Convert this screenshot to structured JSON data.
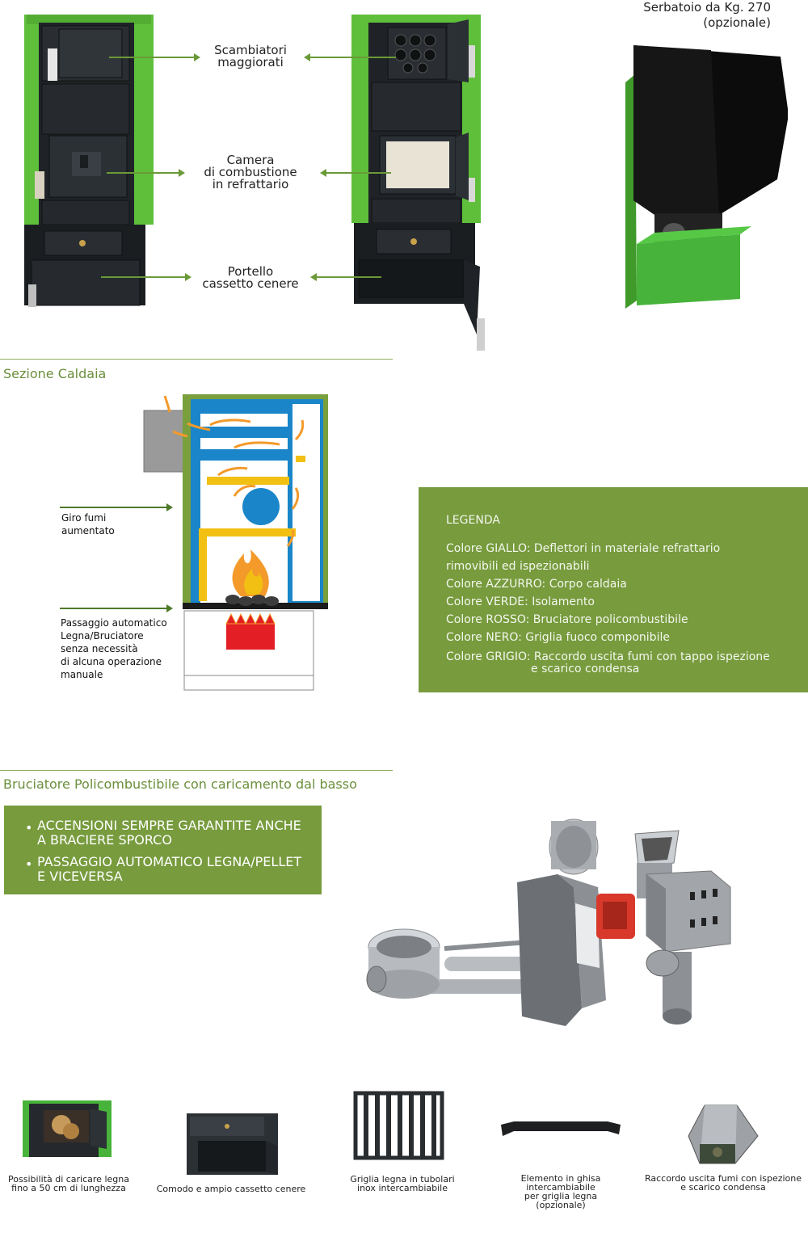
{
  "callouts": {
    "exchangers": [
      "Scambiatori",
      "maggiorati"
    ],
    "chamber": [
      "Camera",
      "di combustione",
      "in refrattario"
    ],
    "ash_door": [
      "Portello",
      "cassetto cenere"
    ],
    "tank": [
      "Serbatoio da Kg. 270",
      "(opzionale)"
    ]
  },
  "section_boiler": {
    "title": "Sezione Caldaia",
    "label_smoke": [
      "Giro fumi",
      "aumentato"
    ],
    "label_switch": [
      "Passaggio automatico",
      "Legna/Bruciatore",
      "senza necessità",
      "di alcuna operazione",
      "manuale"
    ]
  },
  "legend": {
    "title": "LEGENDA",
    "rows": [
      "Colore GIALLO: Deflettori in materiale refrattario",
      "rimovibili ed ispezionabili",
      "Colore AZZURRO: Corpo caldaia",
      "Colore VERDE: Isolamento",
      "Colore ROSSO: Bruciatore policombustibile",
      "Colore NERO: Griglia fuoco componibile",
      "Colore GRIGIO: Raccordo uscita fumi con tappo ispezione",
      "e scarico condensa"
    ]
  },
  "section_burner": {
    "title": "Bruciatore Policombustibile con caricamento dal basso",
    "features": [
      [
        "ACCENSIONI SEMPRE GARANTITE ANCHE",
        "A BRACIERE SPORCO"
      ],
      [
        "PASSAGGIO AUTOMATICO LEGNA/PELLET",
        "E VICEVERSA"
      ]
    ]
  },
  "captions": [
    [
      "Possibilità di caricare legna",
      "fino a 50 cm di lunghezza"
    ],
    [
      "Comodo e ampio cassetto cenere"
    ],
    [
      "Griglia legna in tubolari",
      "inox intercambiabile"
    ],
    [
      "Elemento in ghisa",
      "intercambiabile",
      "per griglia legna",
      "(opzionale)"
    ],
    [
      "Raccordo uscita fumi con ispezione",
      "e scarico condensa"
    ]
  ],
  "colors": {
    "green": "#5fbf3a",
    "olive": "#779b3d",
    "title_green": "#6b8f3b",
    "blue": "#1a86c9",
    "yellow": "#f2c012",
    "red": "#e31e24",
    "orange": "#f39a2b"
  }
}
